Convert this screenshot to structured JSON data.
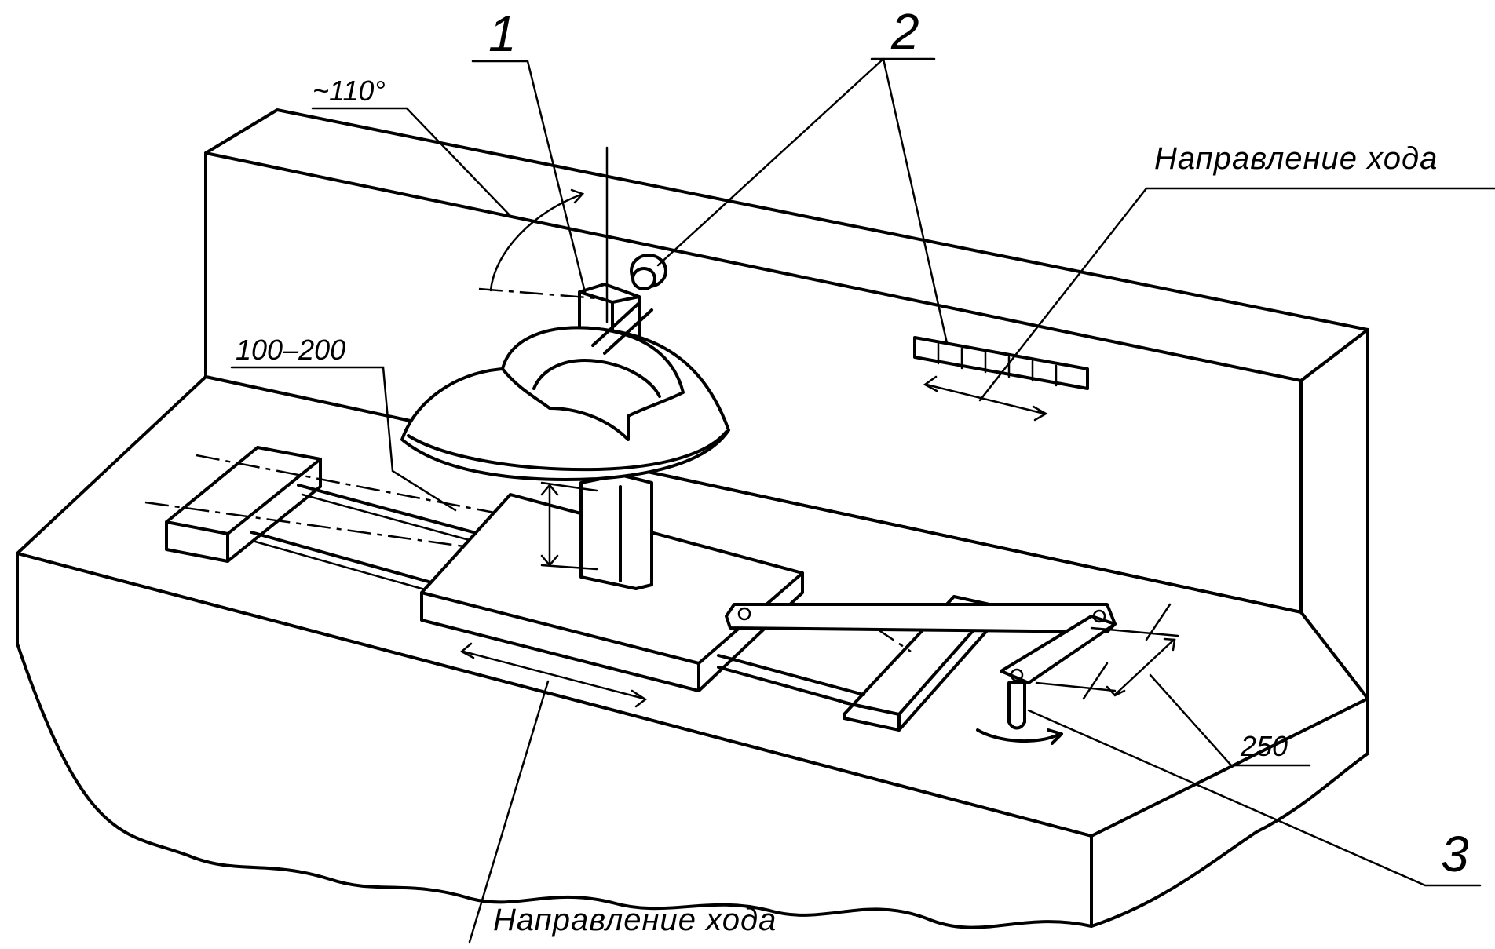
{
  "callouts": {
    "one": "1",
    "two": "2",
    "three": "3"
  },
  "dimensions": {
    "angle": "~110°",
    "height_range": "100–200",
    "arm_length": "250"
  },
  "captions": {
    "direction_top": "Направление хода",
    "direction_bottom": "Направление хода"
  }
}
